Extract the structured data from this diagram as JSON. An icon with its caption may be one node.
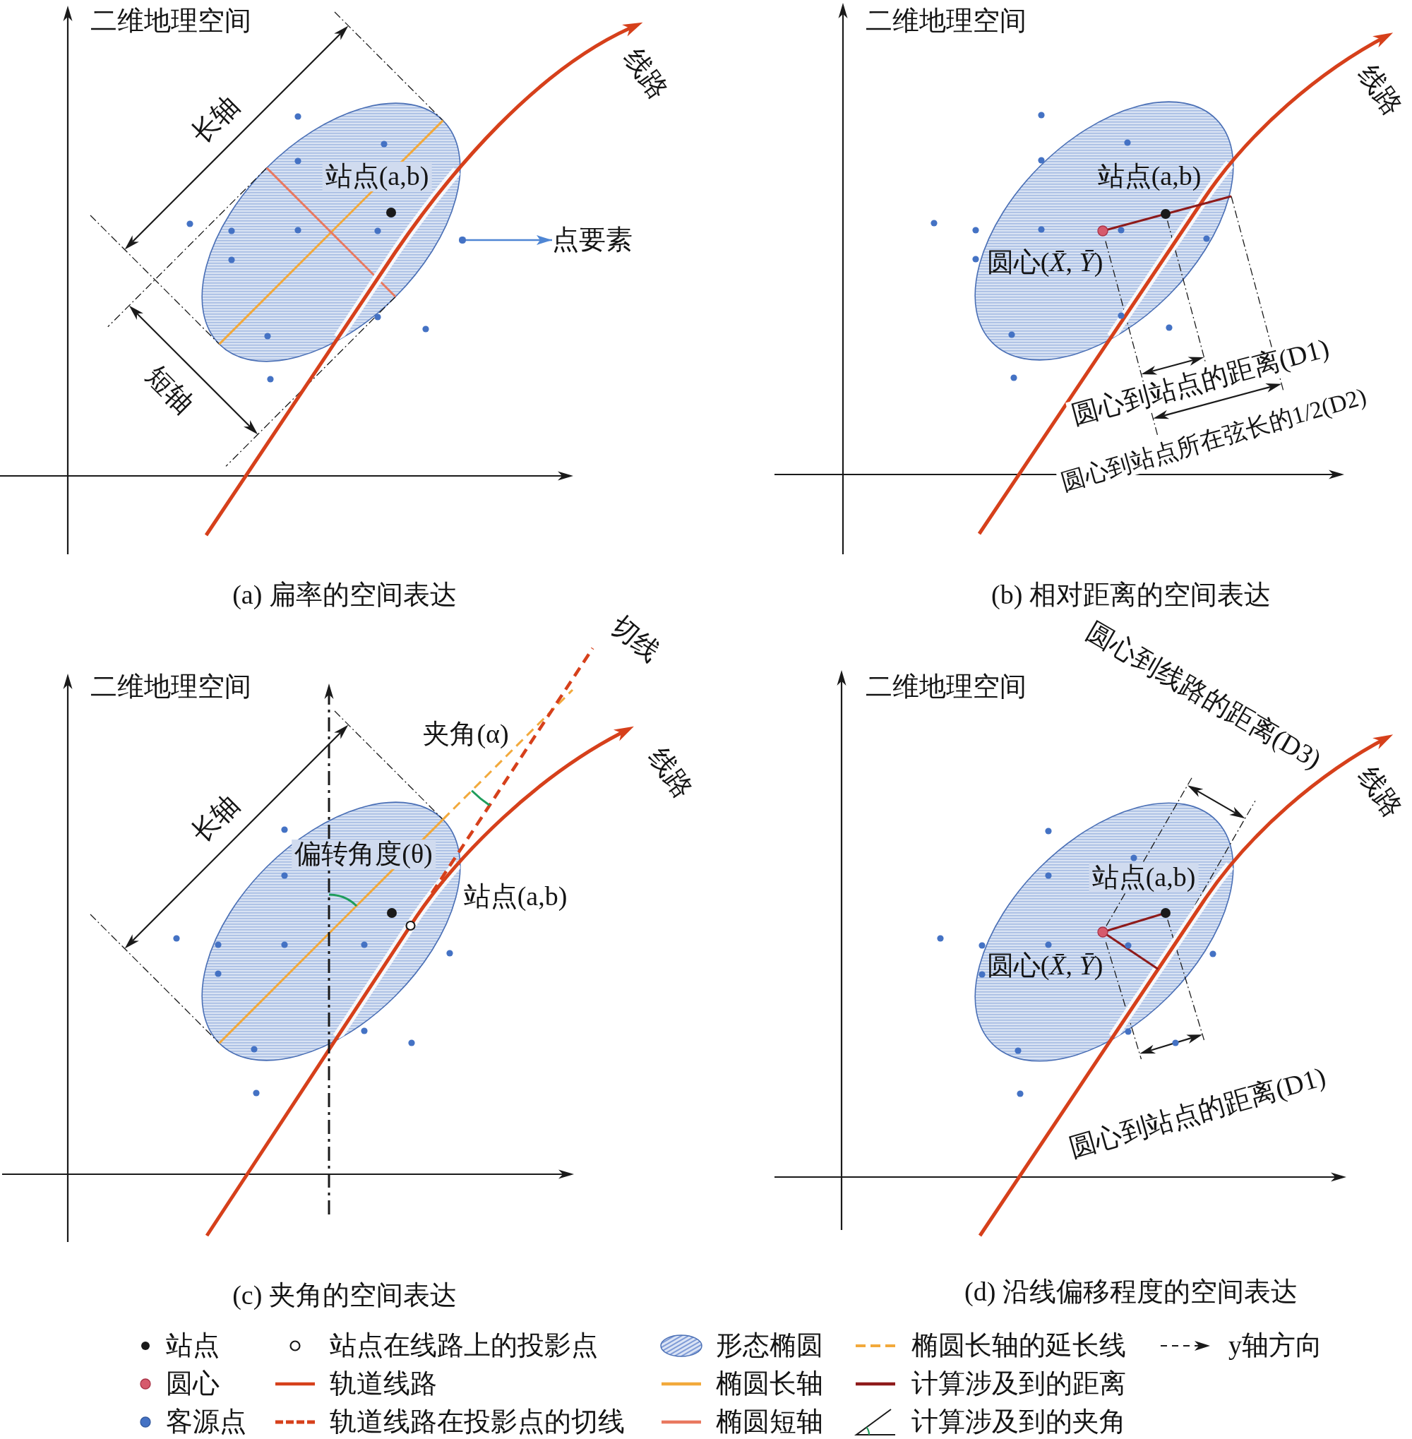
{
  "diagram": {
    "nodes": [
      {
        "text": [],
        "shape": "circle"
      },
      {
        "text": [
          "点要素"
        ]
      }
    ],
    "edges": [
      {
        "from": 0,
        "to": 1,
        "arrow": "to"
      }
    ],
    "labels": [
      "二维地理空间",
      "线路",
      "长轴",
      "站点(a,b)",
      "短轴",
      "(a) 扁率的空间表达",
      "二维地理空间",
      "线路",
      "站点(a,b)",
      "圆心(*X̄*, *Ȳ*)",
      "圆心到站点的距离(D1)",
      "圆心到站点所在弦长的1/2(D2)",
      "(b) 相对距离的空间表达",
      "二维地理空间",
      "切线",
      "线路",
      "夹角(α)",
      "长轴",
      "偏转角度(θ)",
      "站点(a,b)",
      "(c) 夹角的空间表达",
      "二维地理空间",
      "圆心到线路的距离(D3)",
      "线路",
      "站点(a,b)",
      "圆心(*X̄*, *Ȳ*)",
      "圆心到站点的距离(D1)",
      "(d) 沿线偏移程度的空间表达"
    ],
    "legend": [
      {
        "text": "站点"
      },
      {
        "text": "站点在线路上的投影点"
      },
      {
        "text": "形态椭圆"
      },
      {
        "text": "椭圆长轴的延长线"
      },
      {
        "text": "y轴方向"
      },
      {
        "text": "圆心"
      },
      {
        "text": "轨道线路"
      },
      {
        "text": "椭圆长轴"
      },
      {
        "text": "计算涉及到的距离"
      },
      {
        "text": "客源点"
      },
      {
        "text": "轨道线路在投影点的切线"
      },
      {
        "text": "椭圆短轴"
      },
      {
        "text": "计算涉及到的夹角"
      }
    ]
  }
}
